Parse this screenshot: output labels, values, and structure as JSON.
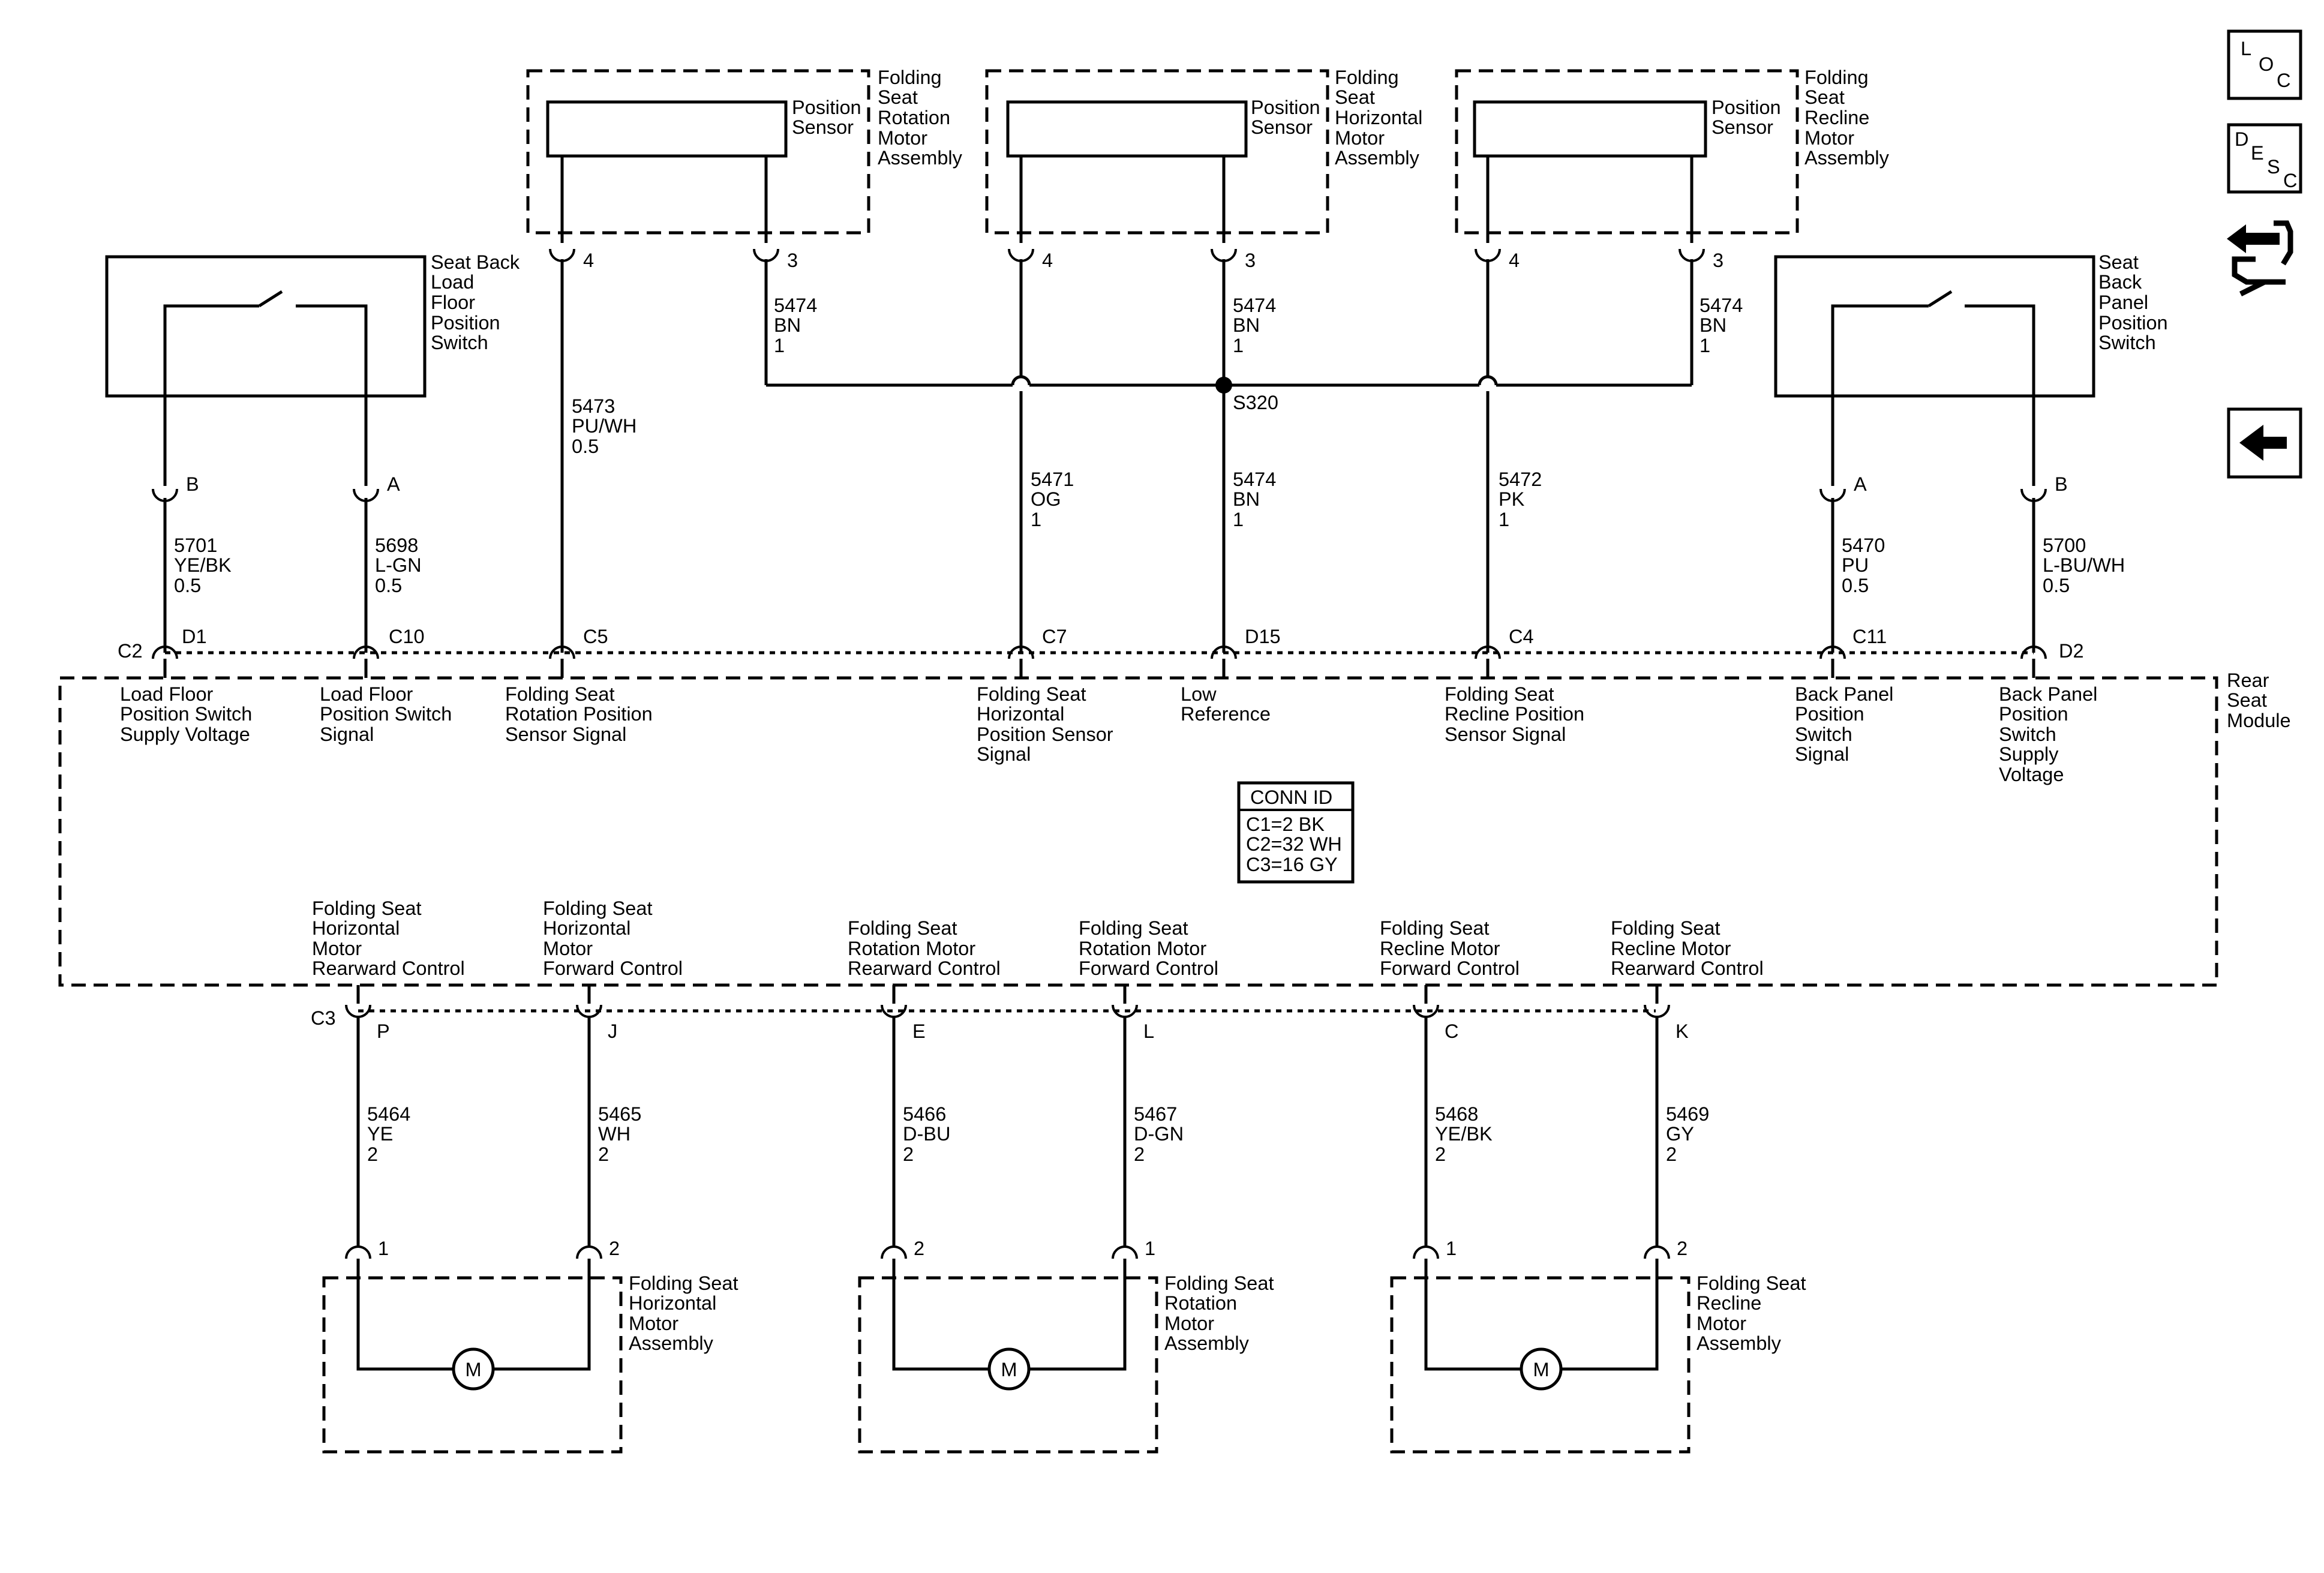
{
  "components": {
    "rotation_motor_assy": [
      "Folding",
      "Seat",
      "Rotation",
      "Motor",
      "Assembly"
    ],
    "horizontal_motor_assy": [
      "Folding",
      "Seat",
      "Horizontal",
      "Motor",
      "Assembly"
    ],
    "recline_motor_assy": [
      "Folding",
      "Seat",
      "Recline",
      "Motor",
      "Assembly"
    ],
    "position_sensor": [
      "Position",
      "Sensor"
    ],
    "load_floor_switch": [
      "Seat Back",
      "Load",
      "Floor",
      "Position",
      "Switch"
    ],
    "back_panel_switch": [
      "Seat",
      "Back",
      "Panel",
      "Position",
      "Switch"
    ],
    "rear_seat_module": [
      "Rear",
      "Seat",
      "Module"
    ],
    "horizontal_motor_bottom": [
      "Folding Seat",
      "Horizontal",
      "Motor",
      "Assembly"
    ],
    "rotation_motor_bottom": [
      "Folding Seat",
      "Rotation",
      "Motor",
      "Assembly"
    ],
    "recline_motor_bottom": [
      "Folding Seat",
      "Recline",
      "Motor",
      "Assembly"
    ],
    "motor_symbol": "M"
  },
  "sensor_pins": {
    "signal": "4",
    "low_ref": "3"
  },
  "switch_pins": {
    "a": "A",
    "b": "B"
  },
  "splice": "S320",
  "wires": {
    "w5474_upper": [
      "5474",
      "BN",
      "1"
    ],
    "w5474_lower": [
      "5474",
      "BN",
      "1"
    ],
    "w5473": [
      "5473",
      "PU/WH",
      "0.5"
    ],
    "w5471": [
      "5471",
      "OG",
      "1"
    ],
    "w5472": [
      "5472",
      "PK",
      "1"
    ],
    "w5701": [
      "5701",
      "YE/BK",
      "0.5"
    ],
    "w5698": [
      "5698",
      "L-GN",
      "0.5"
    ],
    "w5470": [
      "5470",
      "PU",
      "0.5"
    ],
    "w5700": [
      "5700",
      "L-BU/WH",
      "0.5"
    ],
    "w5464": [
      "5464",
      "YE",
      "2"
    ],
    "w5465": [
      "5465",
      "WH",
      "2"
    ],
    "w5466": [
      "5466",
      "D-BU",
      "2"
    ],
    "w5467": [
      "5467",
      "D-GN",
      "2"
    ],
    "w5468": [
      "5468",
      "YE/BK",
      "2"
    ],
    "w5469": [
      "5469",
      "GY",
      "2"
    ]
  },
  "module_pins_top": {
    "c2": "C2",
    "d1": "D1",
    "c10": "C10",
    "c5": "C5",
    "c7": "C7",
    "d15": "D15",
    "c4": "C4",
    "c11": "C11",
    "d2": "D2"
  },
  "module_pins_bottom": {
    "c3": "C3",
    "p": "P",
    "j": "J",
    "e": "E",
    "l": "L",
    "c": "C",
    "k": "K"
  },
  "motor_pins": {
    "one": "1",
    "two": "2"
  },
  "module_labels_top": {
    "d1": [
      "Load Floor",
      "Position Switch",
      "Supply Voltage"
    ],
    "c10": [
      "Load Floor",
      "Position Switch",
      "Signal"
    ],
    "c5": [
      "Folding Seat",
      "Rotation Position",
      "Sensor Signal"
    ],
    "c7": [
      "Folding Seat",
      "Horizontal",
      "Position Sensor",
      "Signal"
    ],
    "d15": [
      "Low",
      "Reference"
    ],
    "c4": [
      "Folding Seat",
      "Recline Position",
      "Sensor Signal"
    ],
    "c11": [
      "Back Panel",
      "Position",
      "Switch",
      "Signal"
    ],
    "d2": [
      "Back Panel",
      "Position",
      "Switch",
      "Supply",
      "Voltage"
    ]
  },
  "module_labels_bottom": {
    "p": [
      "Folding Seat",
      "Horizontal",
      "Motor",
      "Rearward Control"
    ],
    "j": [
      "Folding Seat",
      "Horizontal",
      "Motor",
      "Forward Control"
    ],
    "e": [
      "Folding Seat",
      "Rotation Motor",
      "Rearward Control"
    ],
    "l": [
      "Folding Seat",
      "Rotation Motor",
      "Forward Control"
    ],
    "c": [
      "Folding Seat",
      "Recline Motor",
      "Forward Control"
    ],
    "k": [
      "Folding Seat",
      "Recline Motor",
      "Rearward Control"
    ]
  },
  "conn_id": {
    "title": "CONN ID",
    "lines": [
      "C1=2 BK",
      "C2=32 WH",
      "C3=16 GY"
    ]
  },
  "side_icons": {
    "loc": [
      "L",
      "O",
      "C"
    ],
    "desc": [
      "D",
      "E",
      "S",
      "C"
    ],
    "connector_icon": "connector-icon",
    "back_icon": "back-arrow-icon"
  }
}
